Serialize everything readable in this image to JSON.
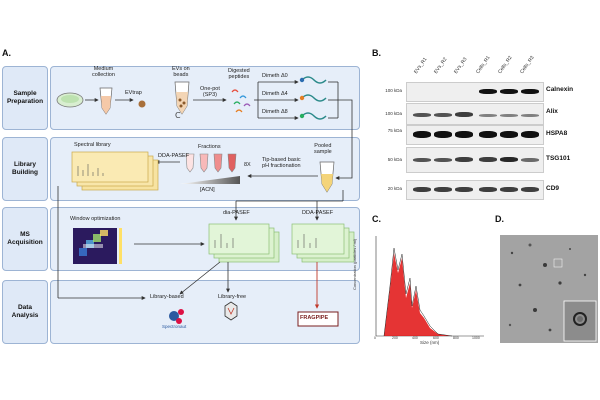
{
  "panels": {
    "a": "A.",
    "b": "B.",
    "c": "C.",
    "d": "D."
  },
  "rows": [
    {
      "label": "Sample\nPreparation"
    },
    {
      "label": "Library\nBuilding"
    },
    {
      "label": "MS\nAcquisition"
    },
    {
      "label": "Data\nAnalysis"
    }
  ],
  "prep": {
    "medium": "Medium\ncollection",
    "evtrap": "EVtrap",
    "evs_beads": "EVs on\nbeads",
    "onepot": "One-pot\n(SP3)",
    "digested": "Digested\npeptides",
    "dimeth0": "Dimeth Δ0",
    "dimeth4": "Dimeth Δ4",
    "dimeth8": "Dimeth Δ8"
  },
  "library": {
    "spectral": "Spectral library",
    "dda": "DDA-PASEF",
    "fractions": "Fractions",
    "times": "8X",
    "acn": "[ACN]",
    "tip": "Tip-based basic\npH fractionation",
    "pooled": "Pooled\nsample"
  },
  "ms": {
    "window": "Window optimization",
    "dia": "dia-PASEF",
    "dda": "DDA-PASEF"
  },
  "analysis": {
    "libbased": "Library-based",
    "libfree": "Library-free",
    "spectronaut": "Spectronaut",
    "fragpipe": "FRAGPIPE"
  },
  "blot": {
    "lanes": [
      "EVs_R1",
      "EVs_R2",
      "EVs_R3",
      "Cells_R1",
      "Cells_R2",
      "Cells_R3"
    ],
    "proteins": [
      {
        "name": "Calnexin",
        "mw": "100 kDa"
      },
      {
        "name": "Alix",
        "mw": "100 kDa"
      },
      {
        "name": "HSPA8",
        "mw": "75 kDa"
      },
      {
        "name": "TSG101",
        "mw": "50 kDa"
      },
      {
        "name": "CD9",
        "mw": "20 kDa"
      }
    ]
  },
  "nta": {
    "ylabel": "Concentration (particles / ml)",
    "xlabel": "Size (nm)",
    "xticks": [
      "0",
      "200",
      "400",
      "600",
      "800",
      "1000"
    ]
  },
  "colors": {
    "box": "#e6eef9",
    "border": "#9db4d4",
    "nta": "#e01010"
  }
}
